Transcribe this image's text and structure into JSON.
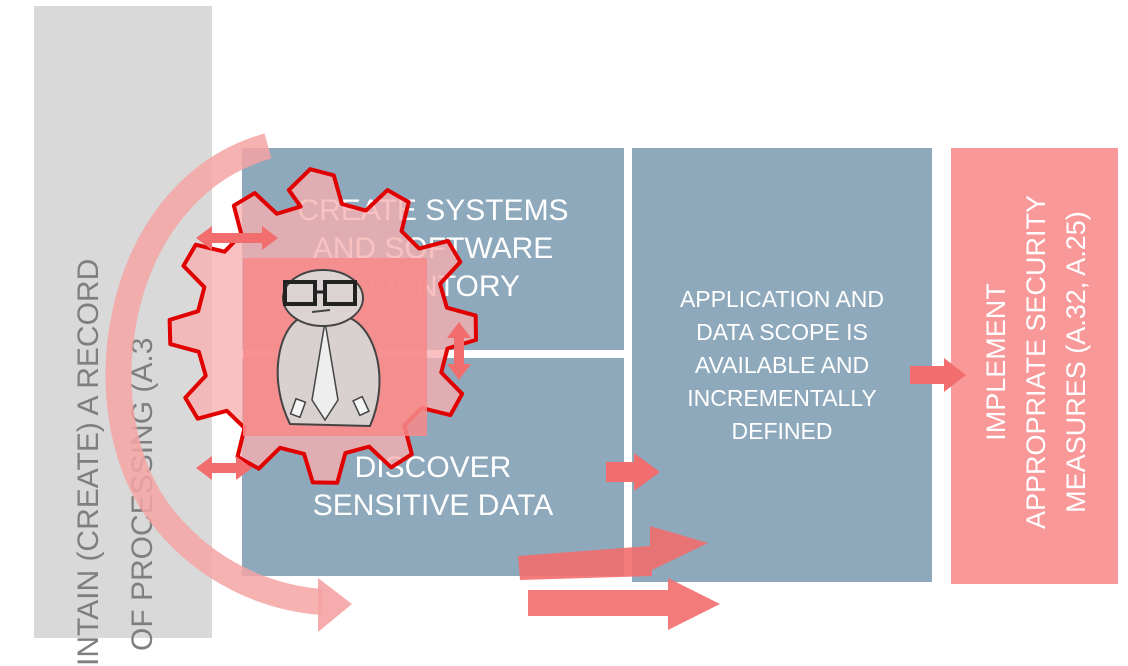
{
  "side_bar": {
    "line1": "INTAIN (CREATE) A RECORD",
    "line2": "OF PROCESSING (A.3"
  },
  "boxes": {
    "inventory": "CREATE SYSTEMS AND SOFTWARE INVENTORY",
    "discover": "DISCOVER SENSITIVE DATA",
    "scope": "APPLICATION AND DATA SCOPE IS AVAILABLE AND INCREMENTALLY DEFINED"
  },
  "security_box": {
    "line1": "IMPLEMENT",
    "line2": "APPROPRIATE SECURITY",
    "line3": "MEASURES (A.32, A.25)"
  },
  "icons": [
    "gear-icon",
    "person-sketch-icon",
    "curved-arrow-icon",
    "double-arrow-icon",
    "right-arrow-icon"
  ],
  "colors": {
    "process_box": "#8ea9bc",
    "security_box": "#f99898",
    "gear_outline": "#e00000",
    "arrow": "#f26d6d",
    "side_bar": "#d9d9d9"
  }
}
